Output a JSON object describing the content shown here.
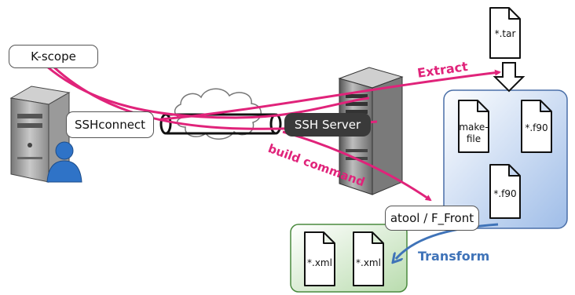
{
  "labels": {
    "kscope": "K-scope",
    "sshconnect": "SSHconnect",
    "ssh_server": "SSH Server",
    "atool": "atool / F_Front"
  },
  "arrows": {
    "extract": "Extract",
    "build_command": "build command",
    "transform": "Transform"
  },
  "documents": {
    "tar": "*.tar",
    "makefile_line1": "make-",
    "makefile_line2": "file",
    "f90_top": "*.f90",
    "f90_bottom": "*.f90",
    "xml_left": "*.xml",
    "xml_right": "*.xml"
  },
  "colors": {
    "magenta": "#e0237a",
    "transform_blue": "#3f73b8",
    "blue_panel": "#c9daf3",
    "green_panel": "#d6ead0"
  }
}
